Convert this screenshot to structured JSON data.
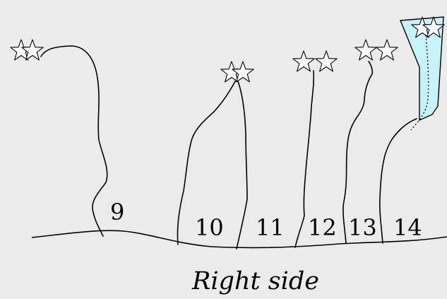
{
  "caption": "Right side",
  "colors": {
    "background": "#ebebeb",
    "line": "#000000",
    "ice": "#c6f2f8",
    "star_fill": "#ffffff"
  },
  "routes": [
    {
      "number": "9",
      "rating_stars": 2
    },
    {
      "number": "10",
      "rating_stars": 2
    },
    {
      "number": "11",
      "rating_stars": 2
    },
    {
      "number": "12",
      "rating_stars": 2
    },
    {
      "number": "13",
      "rating_stars": 2
    },
    {
      "number": "14",
      "rating_stars": 2
    }
  ],
  "icons": [
    "star-icon",
    "ice-flow"
  ]
}
